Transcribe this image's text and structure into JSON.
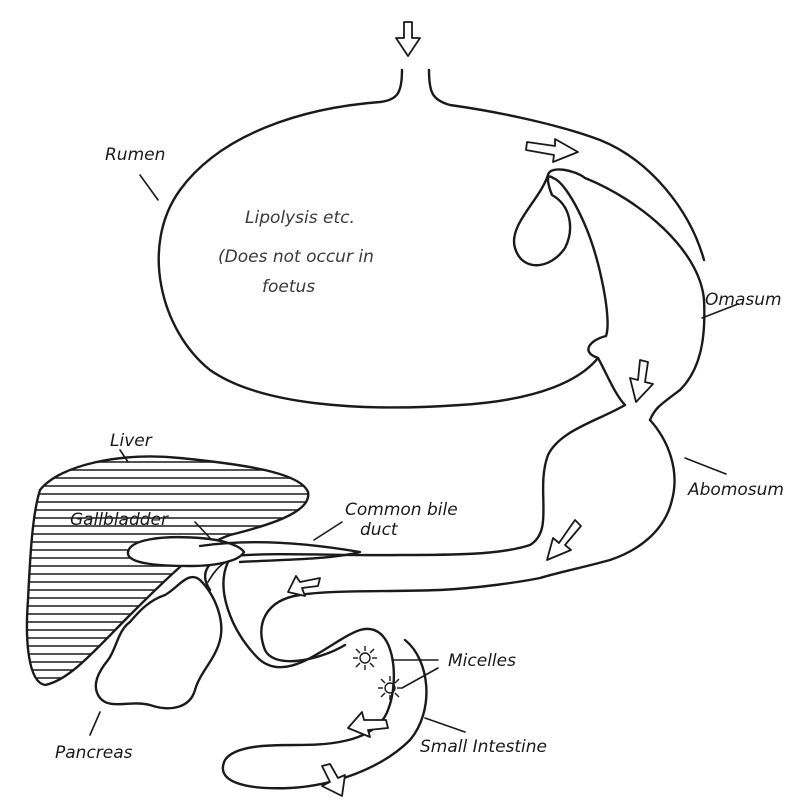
{
  "labels": {
    "rumen": "Rumen",
    "rumen_note_1": "Lipolysis etc.",
    "rumen_note_2": "(Does not occur in",
    "rumen_note_3": "foetus",
    "omasum": "Omasum",
    "abomasum": "Abomosum",
    "liver": "Liver",
    "gallbladder": "Gallbladder",
    "bile_duct_1": "Common bile",
    "bile_duct_2": "duct",
    "micelles": "Micelles",
    "small_intestine": "Small Intestine",
    "pancreas": "Pancreas"
  },
  "icons": {
    "flow_arrow": "hollow-arrow-icon",
    "micelle": "micelle-icon"
  },
  "colors": {
    "ink": "#1a1a1a",
    "paper": "#ffffff"
  }
}
